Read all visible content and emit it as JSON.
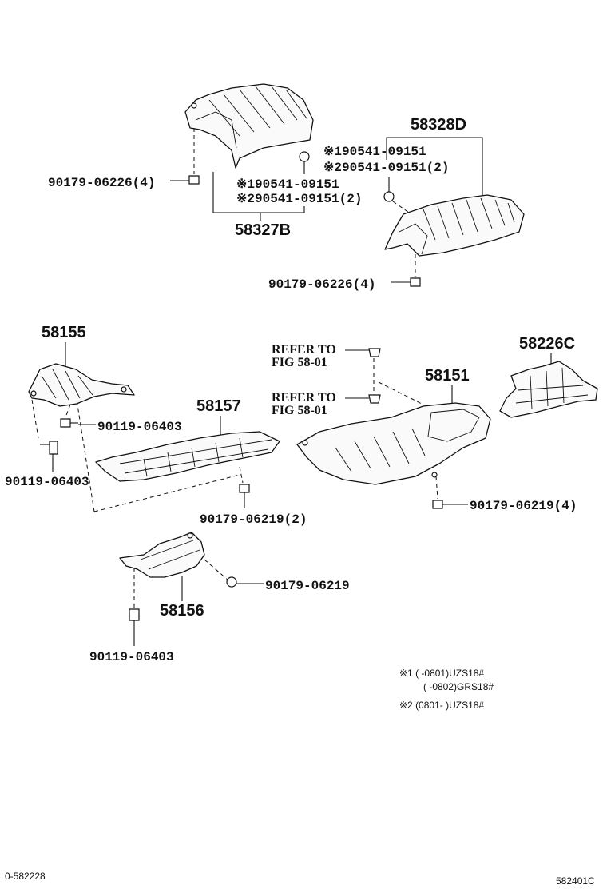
{
  "parts": {
    "p58328D": "58328D",
    "p58327B": "58327B",
    "p58155": "58155",
    "p58157": "58157",
    "p58151": "58151",
    "p58226C": "58226C",
    "p58156": "58156"
  },
  "labels": {
    "clip_90179_06226_left": "90179-06226(4)",
    "clip_90179_06226_right": "90179-06226(4)",
    "nut_58327_n1": "※190541-09151",
    "nut_58327_n2": "※290541-09151(2)",
    "nut_58328_n1": "※190541-09151",
    "nut_58328_n2": "※290541-09151(2)",
    "bolt_90119_a": "90119-06403",
    "bolt_90119_b": "90119-06403",
    "bolt_90119_c": "90119-06403",
    "clip_90179_06219_2": "90179-06219(2)",
    "clip_90179_06219_4": "90179-06219(4)",
    "clip_90179_06219_1": "90179-06219"
  },
  "refer": {
    "line1a": "REFER TO",
    "line1b": "FIG 58-01",
    "line2a": "REFER TO",
    "line2b": "FIG 58-01"
  },
  "notes": {
    "n1a": "※1 (      -0801)UZS18#",
    "n1b": "(      -0802)GRS18#",
    "n2": "※2 (0801-      )UZS18#"
  },
  "corners": {
    "left": "0-582228",
    "right": "582401C"
  }
}
